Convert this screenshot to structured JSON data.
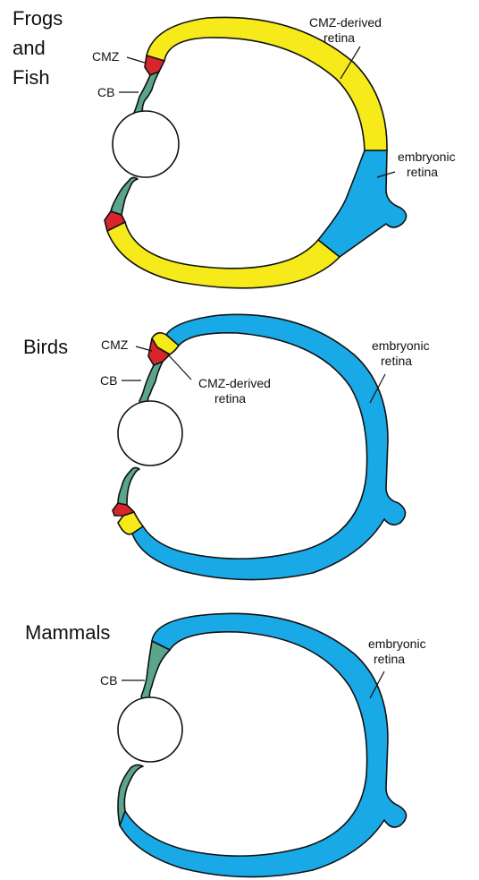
{
  "colors": {
    "cmz_derived_retina": "#f6ea1b",
    "embryonic_retina": "#18a9e6",
    "cmz": "#d7262b",
    "ciliary_body": "#5aa58b",
    "lens": "#ffffff",
    "outline": "#111111"
  },
  "panels": [
    {
      "title_lines": [
        "Frogs",
        "and",
        "Fish"
      ],
      "labels": {
        "cmz": "CMZ",
        "cb": "CB",
        "cmz_derived_line1": "CMZ-derived",
        "cmz_derived_line2": "retina",
        "embryonic_line1": "embryonic",
        "embryonic_line2": "retina"
      }
    },
    {
      "title": "Birds",
      "labels": {
        "cmz": "CMZ",
        "cb": "CB",
        "cmz_derived_line1": "CMZ-derived",
        "cmz_derived_line2": "retina",
        "embryonic_line1": "embryonic",
        "embryonic_line2": "retina"
      }
    },
    {
      "title": "Mammals",
      "labels": {
        "cb": "CB",
        "embryonic_line1": "embryonic",
        "embryonic_line2": "retina"
      }
    }
  ]
}
